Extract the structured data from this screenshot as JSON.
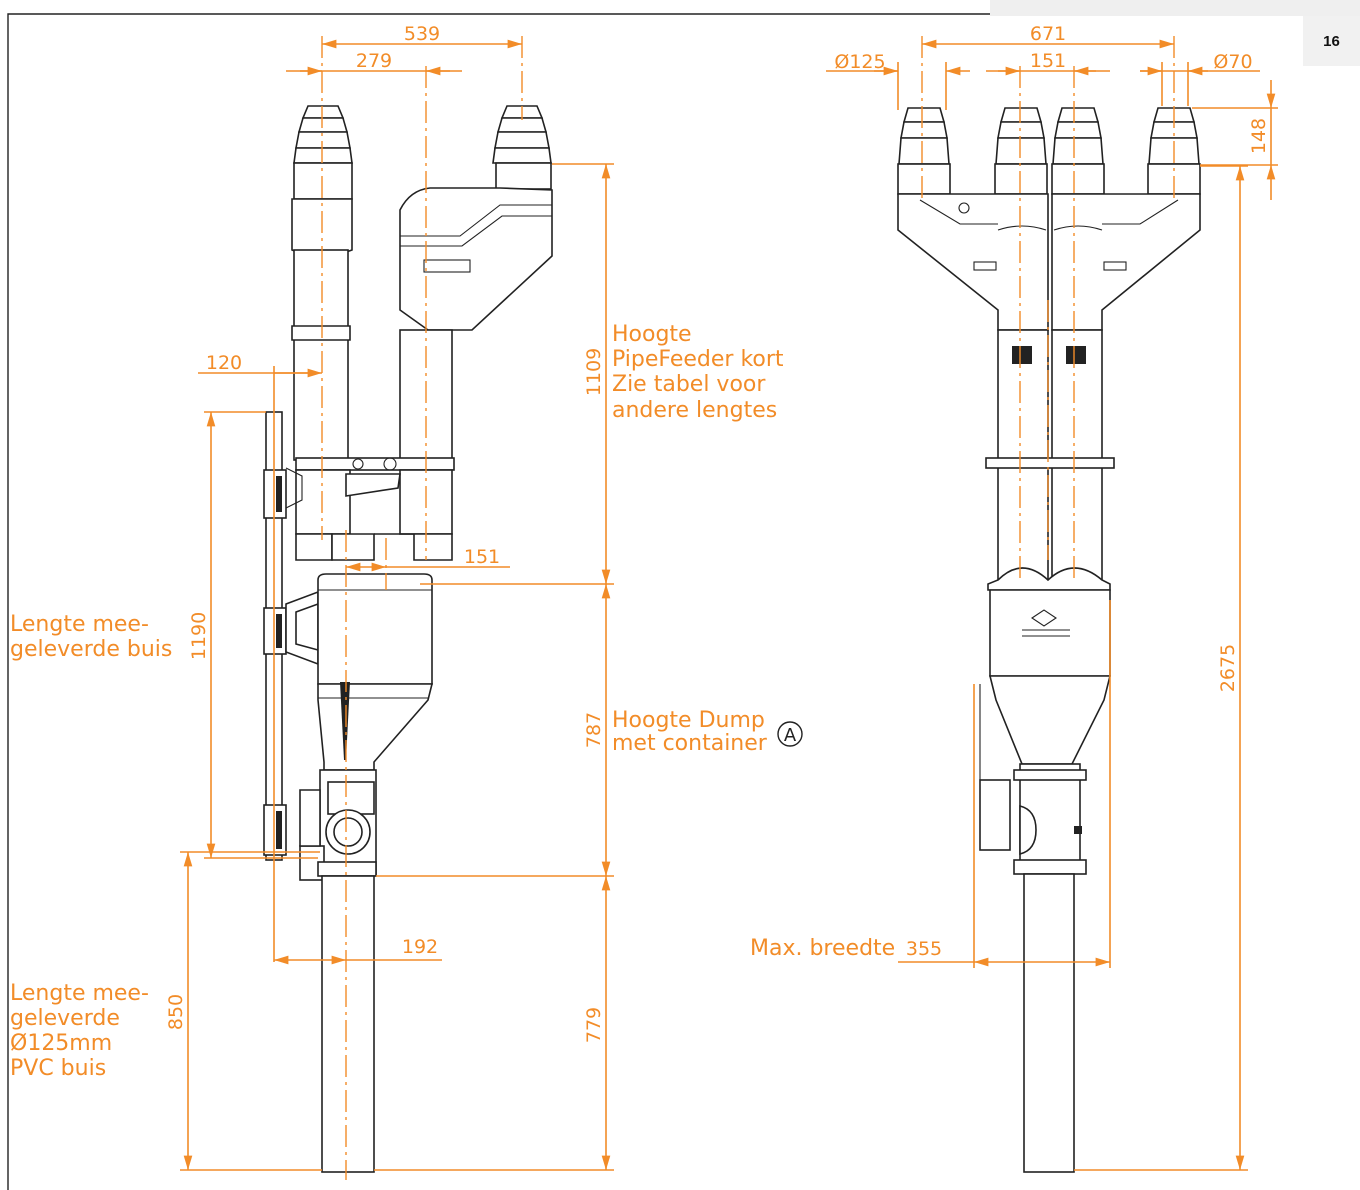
{
  "page": {
    "number": "16"
  },
  "dimensions": {
    "top_539": "539",
    "top_279": "279",
    "left_120": "120",
    "mid_151": "151",
    "left_1190": "1190",
    "bottom_192": "192",
    "left_850": "850",
    "right_1109": "1109",
    "right_787": "787",
    "right_779": "779",
    "top_671": "671",
    "top_151": "151",
    "dia_125": "Ø125",
    "dia_70": "Ø70",
    "side_148": "148",
    "side_2675": "2675",
    "width_355": "355"
  },
  "notes": {
    "pipefeeder": [
      "Hoogte",
      "PipeFeeder kort",
      "Zie tabel voor",
      "andere lengtes"
    ],
    "buis": [
      "Lengte mee-",
      "geleverde buis"
    ],
    "dump": [
      "Hoogte Dump",
      "met container"
    ],
    "marker": "A",
    "pvc": [
      "Lengte mee-",
      "geleverde",
      "Ø125mm",
      "PVC buis"
    ],
    "max_breedte": "Max. breedte"
  },
  "colors": {
    "dimension": "#f28c28",
    "outline": "#222222"
  }
}
